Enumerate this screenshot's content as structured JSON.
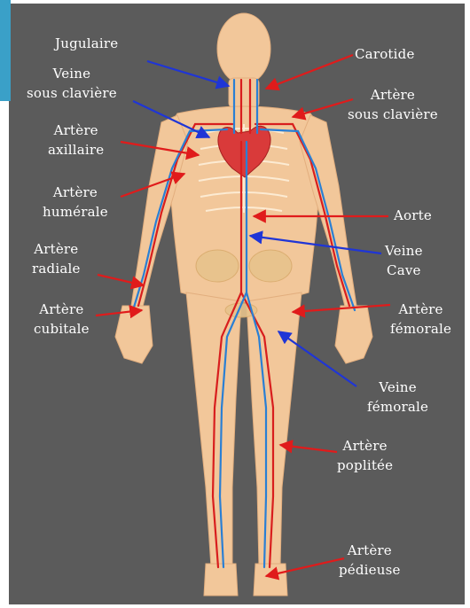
{
  "colors": {
    "panel": "#5b5b5b",
    "accent": "#3aa0c8",
    "skin": "#f2c79a",
    "artery": "#e01b1b",
    "vein": "#1f35d6",
    "label": "#ffffff"
  },
  "labels": {
    "jugulaire": {
      "lines": [
        "Jugulaire"
      ],
      "arrow": "vein"
    },
    "carotide": {
      "lines": [
        "Carotide"
      ],
      "arrow": "artery"
    },
    "veine_sous_claviere": {
      "lines": [
        "Veine",
        "sous clavière"
      ],
      "arrow": "vein"
    },
    "artere_sous_claviere": {
      "lines": [
        "Artère",
        "sous clavière"
      ],
      "arrow": "artery"
    },
    "artere_axillaire": {
      "lines": [
        "Artère",
        "axillaire"
      ],
      "arrow": "artery"
    },
    "artere_humerale": {
      "lines": [
        "Artère",
        "humérale"
      ],
      "arrow": "artery"
    },
    "aorte": {
      "lines": [
        "Aorte"
      ],
      "arrow": "artery"
    },
    "artere_radiale": {
      "lines": [
        "Artère",
        "radiale"
      ],
      "arrow": "artery"
    },
    "veine_cave": {
      "lines": [
        "Veine",
        "Cave"
      ],
      "arrow": "vein"
    },
    "artere_cubitale": {
      "lines": [
        "Artère",
        "cubitale"
      ],
      "arrow": "artery"
    },
    "artere_femorale": {
      "lines": [
        "Artère",
        "fémorale"
      ],
      "arrow": "artery"
    },
    "veine_femorale": {
      "lines": [
        "Veine",
        "fémorale"
      ],
      "arrow": "vein"
    },
    "artere_poplitee": {
      "lines": [
        "Artère",
        "poplitée"
      ],
      "arrow": "artery"
    },
    "artere_pedieuse": {
      "lines": [
        "Artère",
        "pédieuse"
      ],
      "arrow": "artery"
    }
  }
}
